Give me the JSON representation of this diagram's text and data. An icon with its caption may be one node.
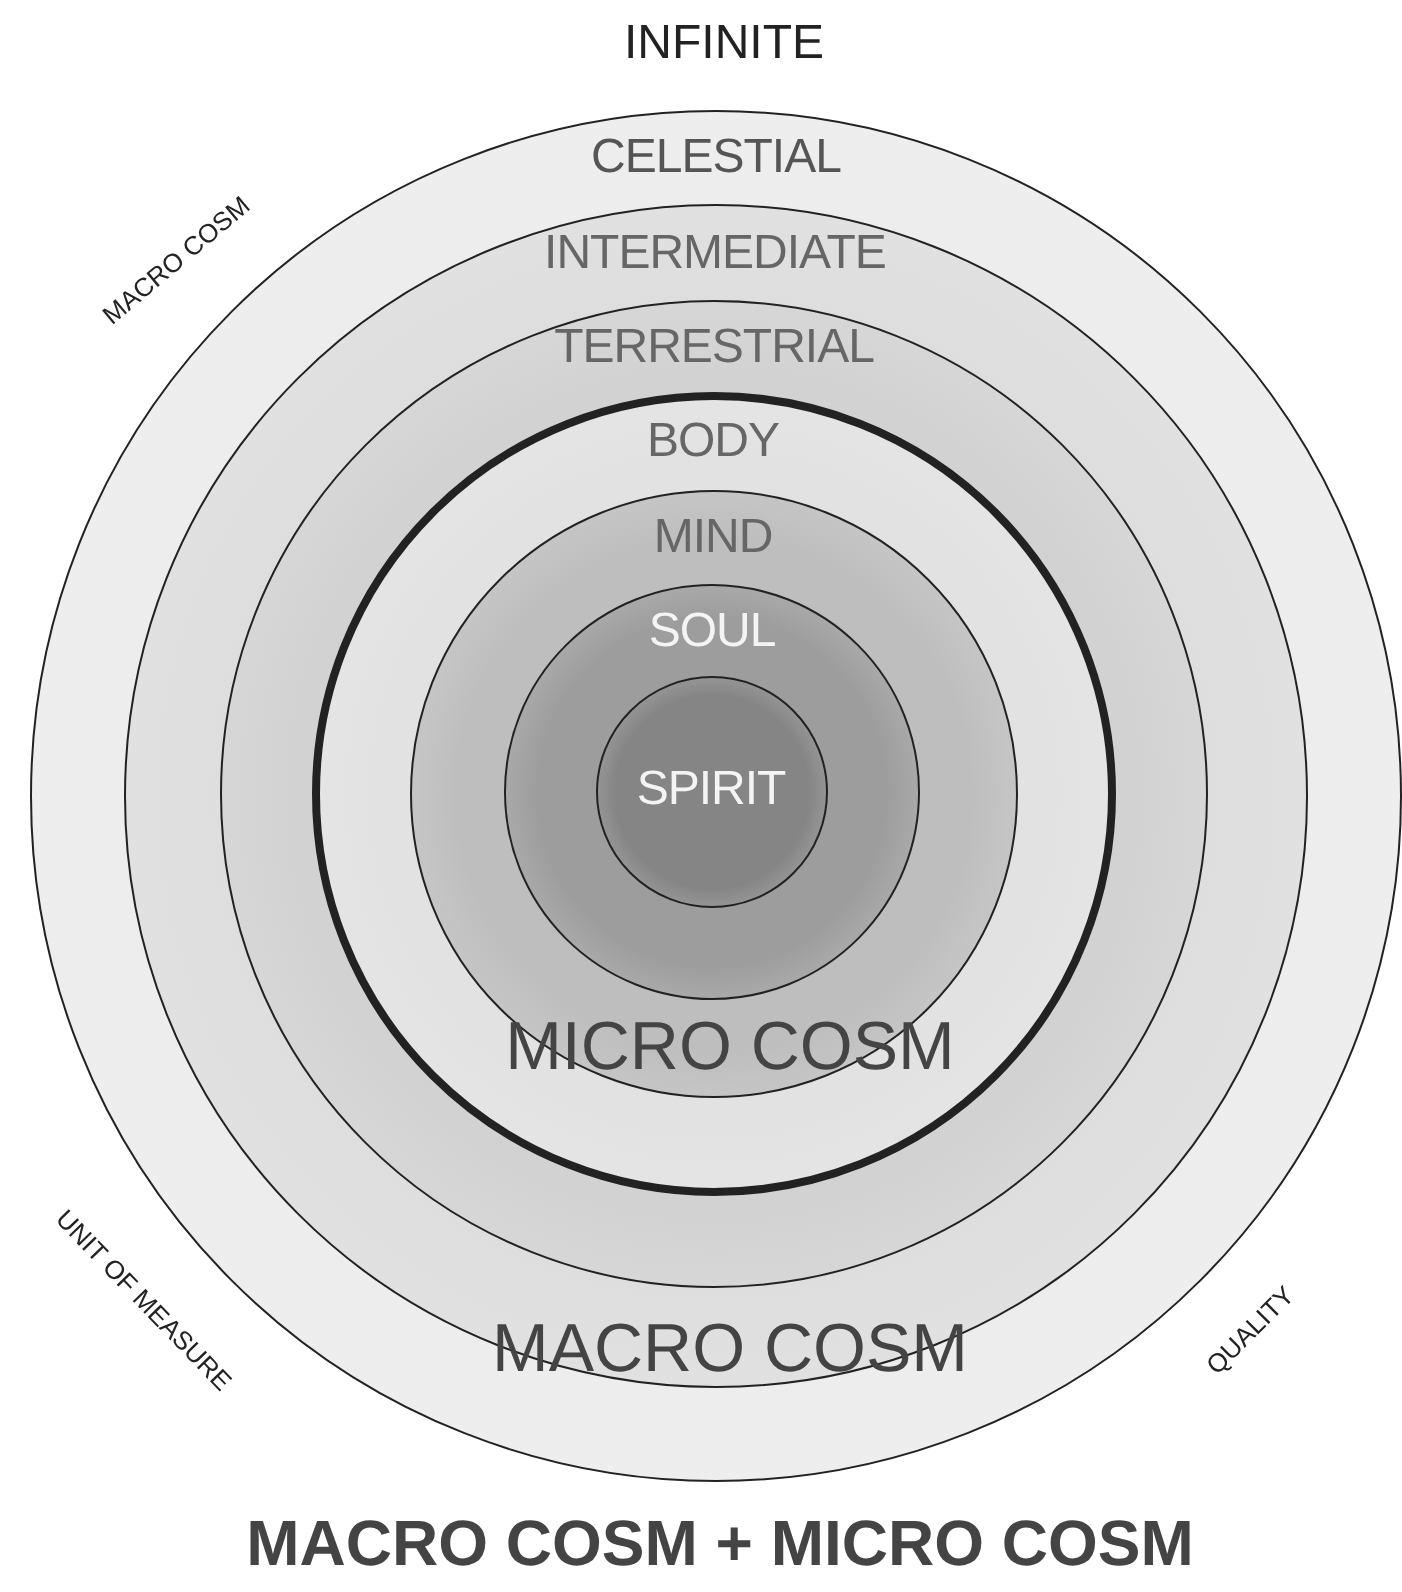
{
  "diagram": {
    "caption": "MACRO COSM + MICRO COSM",
    "nodes": [
      {
        "text": [
          "CELESTIAL"
        ]
      },
      {
        "text": [
          "INTERMEDIATE"
        ],
        "in": 0
      },
      {
        "text": [
          "TERRESTRIAL"
        ],
        "in": 1
      },
      {
        "text": [
          "BODY"
        ],
        "in": 2
      },
      {
        "text": [
          "MIND"
        ],
        "in": 3
      },
      {
        "text": [
          "SOUL"
        ],
        "in": 4
      },
      {
        "text": [
          "SPIRIT"
        ],
        "in": 5
      }
    ],
    "labels": [
      "INFINITE",
      "MACRO COSM",
      "UNIT OF MEASURE",
      "QUALITY",
      "MACRO COSM",
      "MICRO COSM"
    ]
  }
}
